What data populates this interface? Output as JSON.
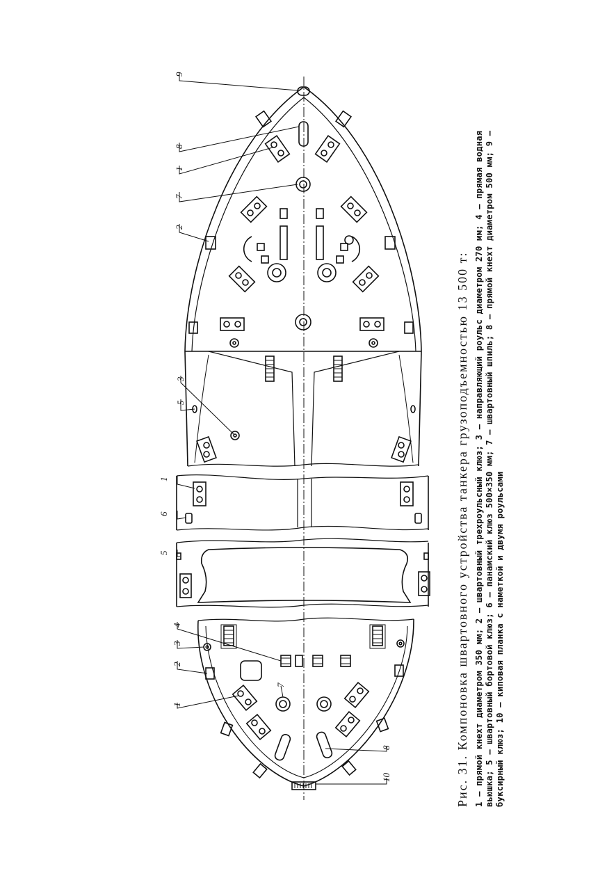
{
  "figure": {
    "caption_title": "Рис. 31. Компоновка швартовного устройства танкера грузоподъемностью 13 500 т:",
    "caption_legend": "1 — прямой кнехт диаметром 350 мм; 2 — швартовный трехроульсный клюз; 3 — направляющий роульс диаметром 270 мм; 4 — прямая водная вьюшка; 5 — швартовный бортовой клюз; 6 — панамский клюз 500×350 мм; 7 — швартовный шпиль; 8 — прямой кнехт диаметром 500 мм; 9 — буксирный клюз; 10 — киповая планка с наметкой и двумя роульсами"
  },
  "callouts": {
    "bow": [
      "9",
      "8",
      "1",
      "7",
      "2"
    ],
    "midbody": [
      "3",
      "5"
    ],
    "section_a": [
      "1",
      "6"
    ],
    "section_b": [
      "5"
    ],
    "stern": [
      "4",
      "3",
      "2",
      "1",
      "7",
      "8",
      "10"
    ]
  }
}
